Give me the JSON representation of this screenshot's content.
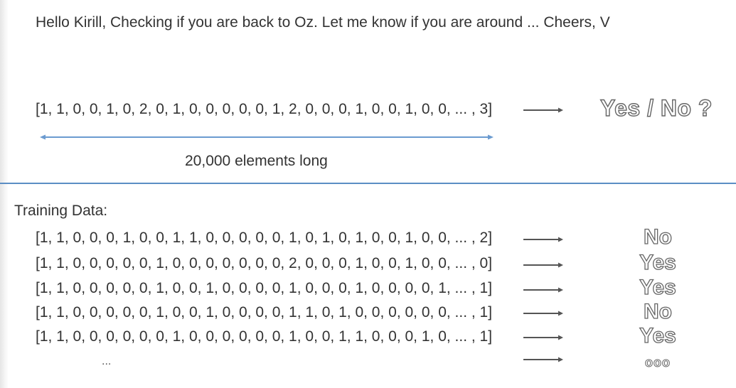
{
  "message": "Hello Kirill, Checking if you are back to Oz. Let me know if you are around ... Cheers, V",
  "example": {
    "vector": "[1, 1, 0, 0, 1, 0, 2, 0, 1, 0, 0, 0, 0, 0, 1, 2, 0, 0, 0, 1, 0, 0, 1, 0, 0, ... , 3]",
    "question": "Yes / No ?",
    "length_label": "20,000 elements long"
  },
  "training": {
    "title": "Training Data:",
    "rows": [
      {
        "vector": "[1, 1, 0, 0, 0, 1, 0, 0, 1, 1, 0, 0, 0, 0, 0, 1, 0, 1, 0, 1, 0, 0, 1, 0, 0, ... , 2]",
        "label": "No"
      },
      {
        "vector": "[1, 1, 0, 0, 0, 0, 0, 1, 0, 0, 0, 0, 0, 0, 0, 2, 0, 0, 0, 1, 0, 0, 1, 0, 0, ... , 0]",
        "label": "Yes"
      },
      {
        "vector": "[1, 1, 0, 0, 0, 0, 0, 1, 0, 0, 1, 0, 0, 0, 0, 1, 0, 0, 0, 1, 0, 0, 0, 0, 1, ... , 1]",
        "label": "Yes"
      },
      {
        "vector": "[1, 1, 0, 0, 0, 0, 0, 1, 0, 0, 1, 0, 0, 0, 0, 1, 1, 0, 1, 0, 0, 0, 0, 0, 0, ... , 1]",
        "label": "No"
      },
      {
        "vector": "[1, 1, 0, 0, 0, 0, 0, 0, 1, 0, 0, 0, 0, 0, 0, 1, 0, 0, 1, 1, 0, 0, 0, 1, 0, ... , 1]",
        "label": "Yes"
      }
    ],
    "ellipsis_left": "...",
    "ellipsis_right": "ooo"
  },
  "colors": {
    "divider": "#5b8ec4",
    "span_arrow": "#6b9bd0",
    "arrow": "#555555"
  }
}
